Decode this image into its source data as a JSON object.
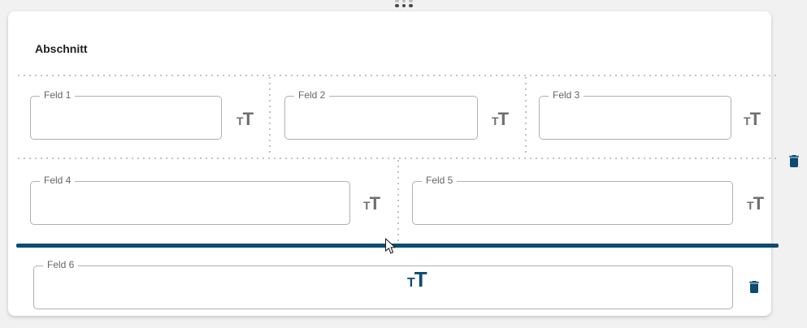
{
  "window": {
    "background_color": "#f1f1f2",
    "card_color": "#ffffff"
  },
  "section": {
    "title": "Abschnitt",
    "accent_color": "#0b4c72",
    "delete_icon": "delete-trash"
  },
  "drag_handle": {
    "icon": "drag-indicator-dots"
  },
  "fields": [
    {
      "label": "Feld 1",
      "value": "",
      "format_icon": "text-fields"
    },
    {
      "label": "Feld 2",
      "value": "",
      "format_icon": "text-fields"
    },
    {
      "label": "Feld 3",
      "value": "",
      "format_icon": "text-fields"
    },
    {
      "label": "Feld 4",
      "value": "",
      "format_icon": "text-fields"
    },
    {
      "label": "Feld 5",
      "value": "",
      "format_icon": "text-fields"
    },
    {
      "label": "Feld 6",
      "value": "",
      "delete_icon": "delete-trash"
    }
  ],
  "drop_indicator": {
    "color": "#0b4c72"
  },
  "drag_ghost": {
    "icon": "text-fields",
    "color": "#0b4c72"
  },
  "icons": {
    "text_fields_small": "T",
    "text_fields_large": "T"
  }
}
